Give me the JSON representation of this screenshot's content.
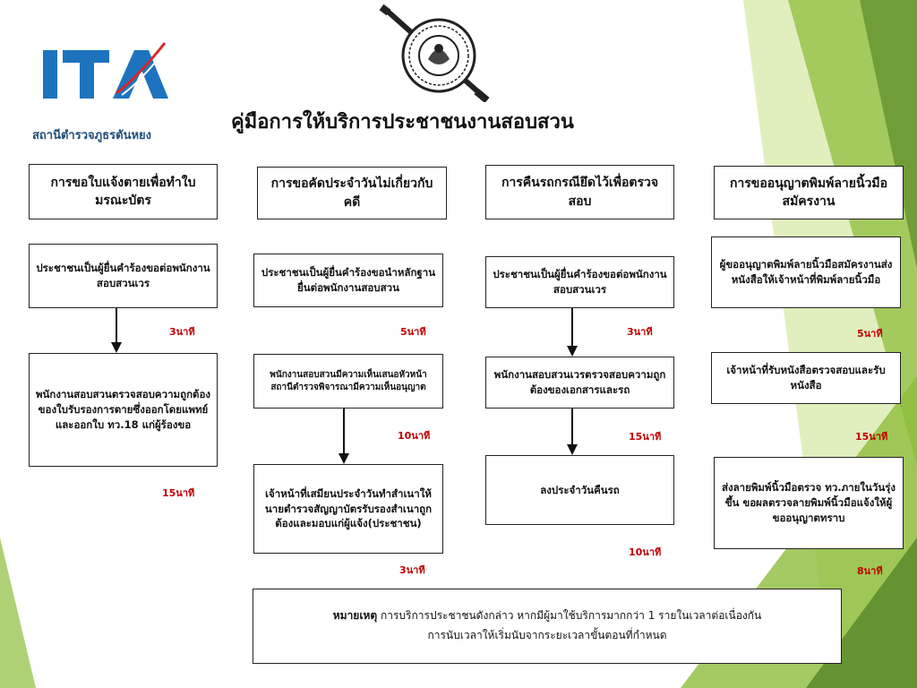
{
  "header": {
    "logo_text": "ITA",
    "station_name": "สถานีตำรวจภูธรตันหยง",
    "title": "คู่มือการให้บริการประชาชนงานสอบสวน"
  },
  "columns": [
    {
      "heading": "การขอใบแจ้งตายเพื่อทำใบมรณะบัตร",
      "steps": [
        {
          "text": "ประชาชนเป็นผู้ยื่นคำร้องขอต่อพนักงานสอบสวนเวร",
          "time": "3นาที"
        },
        {
          "text": "พนักงานสอบสวนตรวจสอบความถูกต้องของใบรับรองการตายซึ่งออกโดยแพทย์และออกใบ ทว.18 แก่ผู้ร้องขอ",
          "time": "15นาที"
        }
      ]
    },
    {
      "heading": "การขอคัดประจำวันไม่เกี่ยวกับคดี",
      "steps": [
        {
          "text": "ประชาชนเป็นผู้ยื่นคำร้องขอนำหลักฐานยื่นต่อพนักงานสอบสวน",
          "time": "5นาที"
        },
        {
          "text": "พนักงานสอบสวนมีความเห็นเสนอหัวหน้าสถานีตำรวจพิจารณามีความเห็นอนุญาต",
          "time": "10นาที"
        },
        {
          "text": "เจ้าหน้าที่เสมียนประจำวันทำสำเนาให้นายตำรวจสัญญาบัตรรับรองสำเนาถูกต้องและมอบแก่ผู้แจ้ง(ประชาชน)",
          "time": "3นาที"
        }
      ]
    },
    {
      "heading": "การคืนรถกรณียึดไว้เพื่อตรวจสอบ",
      "steps": [
        {
          "text": "ประชาชนเป็นผู้ยื่นคำร้องขอต่อพนักงานสอบสวนเวร",
          "time": "3นาที"
        },
        {
          "text": "พนักงานสอบสวนเวรตรวจสอบความถูกต้องของเอกสารและรถ",
          "time": "15นาที"
        },
        {
          "text": "ลงประจำวันคืนรถ",
          "time": "10นาที"
        }
      ]
    },
    {
      "heading": "การขออนุญาตพิมพ์ลายนิ้วมือสมัครงาน",
      "steps": [
        {
          "text": "ผู้ขออนุญาตพิมพ์ลายนิ้วมือสมัครงานส่งหนังสือให้เจ้าหน้าที่พิมพ์ลายนิ้วมือ",
          "time": "5นาที"
        },
        {
          "text": "เจ้าหน้าที่รับหนังสือตรวจสอบและรับหนังสือ",
          "time": "15นาที"
        },
        {
          "text": "ส่งลายพิมพ์นิ้วมือตรวจ ทว.ภายในวันรุ่งขึ้น ขอผลตรวจลายพิมพ์นิ้วมือแจ้งให้ผู้ขออนุญาตทราบ",
          "time": "8นาที"
        }
      ]
    }
  ],
  "note": {
    "label": "หมายเหตุ",
    "line1": "การบริการประชาชนดังกล่าว หากมีผู้มาใช้บริการมากกว่า 1 รายในเวลาต่อเนื่องกัน",
    "line2": "การนับเวลาให้เริ่มนับจากระยะเวลาขั้นตอนที่กำหนด"
  },
  "colors": {
    "logo_blue": "#1e73be",
    "time_red": "#c00000",
    "green_dark": "#5a8a2a",
    "green_mid": "#8dbd3c",
    "green_light": "#c8e28a"
  },
  "icons": [
    "ita-logo",
    "royal-thai-police-seal"
  ]
}
